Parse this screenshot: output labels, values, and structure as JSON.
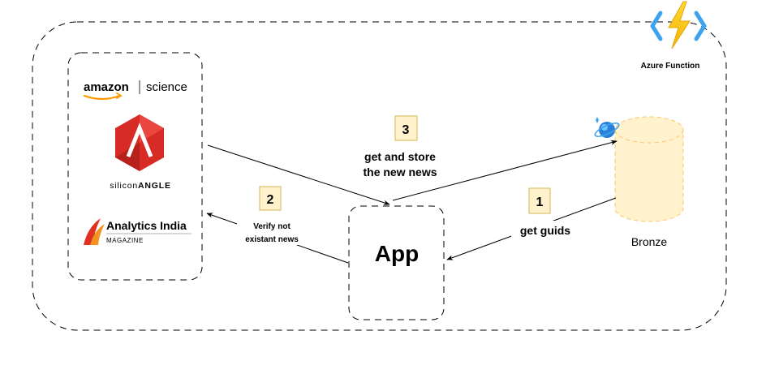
{
  "container": {
    "label": "Azure Function"
  },
  "sources": [
    {
      "name": "amazon | science",
      "brand": "amazon",
      "suffix": "science"
    },
    {
      "name": "siliconANGLE",
      "brand_a": "silicon",
      "brand_b": "ANGLE"
    },
    {
      "name": "Analytics India MAGAZINE",
      "brand": "Analytics India",
      "sub": "MAGAZINE"
    }
  ],
  "app": {
    "label": "App"
  },
  "storage": {
    "label": "Bronze"
  },
  "steps": [
    {
      "number": "1",
      "text": [
        "get guids"
      ]
    },
    {
      "number": "2",
      "text": [
        "Verify not",
        "existant news"
      ]
    },
    {
      "number": "3",
      "text": [
        "get and store",
        "the new news"
      ]
    }
  ],
  "colors": {
    "badge_fill": "#fff2cc",
    "badge_stroke": "#d6b656",
    "cylinder_fill": "#fff2cc",
    "cylinder_stroke": "#ffc56c",
    "silicon_red": "#d72b25",
    "analytics_red": "#e03022",
    "analytics_orange": "#f29320",
    "amazon_orange": "#ff9900",
    "azure_yellow": "#fcd116",
    "azure_blue": "#3ca4ef"
  },
  "icons": [
    "azure-function-icon",
    "cosmos-db-icon",
    "siliconangle-logo",
    "analytics-india-logo",
    "amazon-science-logo"
  ]
}
